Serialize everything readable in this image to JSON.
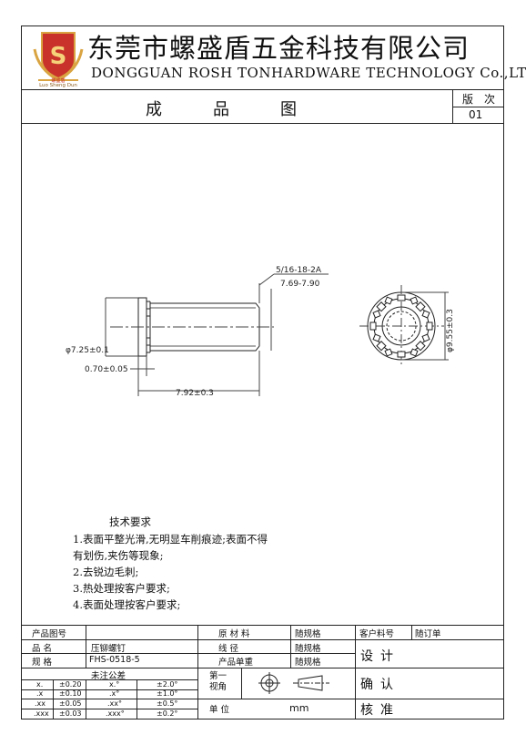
{
  "header": {
    "logo_text": "Luo Sheng Dun",
    "logo_cn": "螺盛盾",
    "company_cn": "东莞市螺盛盾五金科技有限公司",
    "company_en": "DONGGUAN ROSH TONHARDWARE TECHNOLOGY Co.,LTD",
    "drawing_title": "成品图",
    "version_label": "版次",
    "version_value": "01",
    "colors": {
      "logo_red": "#c8322a",
      "logo_gold": "#d9a441"
    }
  },
  "drawing": {
    "thread_spec": "5/16-18-2A",
    "thread_length": "7.69-7.90",
    "head_diameter": "φ7.25±0.1",
    "head_thickness": "0.70±0.05",
    "overall_length": "7.92±0.3",
    "outer_diameter": "φ9.55±0.3"
  },
  "requirements": {
    "title": "技术要求",
    "items": [
      "1.表面平整光滑,无明显车削痕迹;表面不得",
      "有划伤,夹伤等现象;",
      "2.去锐边毛刺;",
      "3.热处理按客户要求;",
      "4.表面处理按客户要求;"
    ]
  },
  "title_block": {
    "product_no_label": "产品图号",
    "product_name_label": "品  名",
    "product_name": "压铆螺钉",
    "spec_label": "规  格",
    "spec_value": "FHS-0518-5",
    "tolerance_label": "未注公差",
    "tolerances": [
      {
        "k1": "x.",
        "v1": "±0.20",
        "k2": "x.°",
        "v2": "±2.0°"
      },
      {
        "k1": ".x",
        "v1": "±0.10",
        "k2": ".x°",
        "v2": "±1.0°"
      },
      {
        "k1": ".xx",
        "v1": "±0.05",
        "k2": ".xx°",
        "v2": "±0.5°"
      },
      {
        "k1": ".xxx",
        "v1": "±0.03",
        "k2": ".xxx°",
        "v2": "±0.2°"
      }
    ],
    "material_label": "原 材 料",
    "material_value": "随规格",
    "wire_label": "线  径",
    "wire_value": "随规格",
    "weight_label": "产品单重",
    "weight_value": "随规格",
    "projection_label": "第一视角",
    "unit_label": "单  位",
    "unit_value": "mm",
    "customer_no_label": "客户料号",
    "customer_no_value": "随订单",
    "design_label": "设计",
    "confirm_label": "确认",
    "approve_label": "核准"
  }
}
